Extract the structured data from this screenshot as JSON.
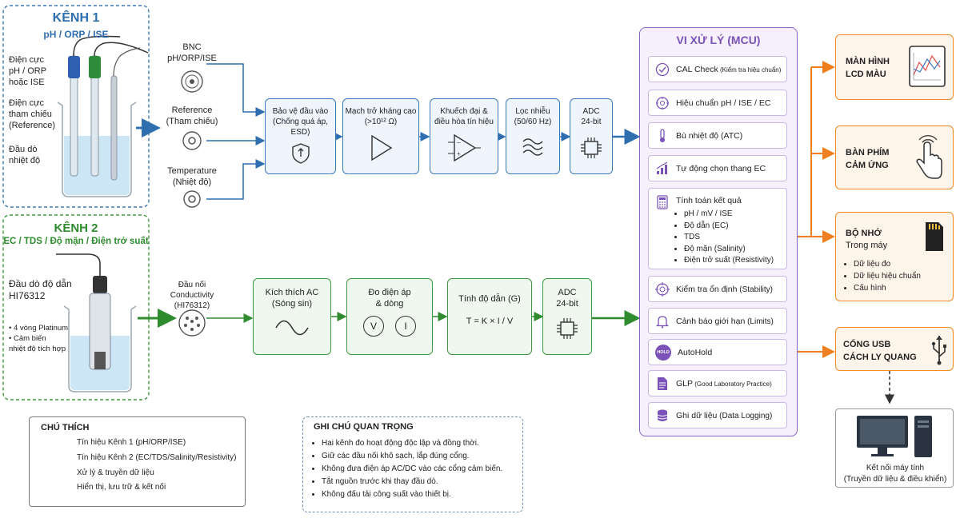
{
  "channel1": {
    "title": "KÊNH 1",
    "subtitle": "pH / ORP / ISE",
    "labels": [
      "Điện cực",
      "pH / ORP",
      "hoặc ISE",
      "Điện cực",
      "tham chiếu",
      "(Reference)",
      "Đầu dò",
      "nhiệt độ"
    ],
    "connectors": [
      {
        "line1": "BNC",
        "line2": "pH/ORP/ISE"
      },
      {
        "line1": "Reference",
        "line2": "(Tham chiếu)"
      },
      {
        "line1": "Temperature",
        "line2": "(Nhiệt độ)"
      }
    ],
    "blocks": [
      {
        "lines": [
          "Bảo vệ đầu vào",
          "(Chống quá áp,",
          "ESD)"
        ]
      },
      {
        "lines": [
          "Mạch trở kháng cao",
          "(>10¹² Ω)"
        ]
      },
      {
        "lines": [
          "Khuếch đại &",
          "điều hòa tín hiệu"
        ]
      },
      {
        "lines": [
          "Lọc nhiễu",
          "(50/60 Hz)"
        ]
      },
      {
        "lines": [
          "ADC",
          "24-bit"
        ]
      }
    ]
  },
  "channel2": {
    "title": "KÊNH 2",
    "subtitle": "EC / TDS / Độ mặn / Điện trở suất",
    "probe_lines": [
      "Đầu dò độ dẫn",
      "HI76312"
    ],
    "features": [
      "• 4 vòng Platinum",
      "• Cảm biến",
      "nhiệt độ tích hợp"
    ],
    "connector_lines": [
      "Đầu nối",
      "Conductivity",
      "(HI76312)"
    ],
    "blocks": [
      {
        "lines": [
          "Kích thích AC",
          "(Sóng sin)"
        ]
      },
      {
        "lines": [
          "Đo điện áp",
          "& dòng"
        ]
      },
      {
        "lines": [
          "Tính độ dẫn (G)"
        ],
        "formula": "T = K × I / V"
      },
      {
        "lines": [
          "ADC",
          "24-bit"
        ]
      }
    ],
    "v_symbol": "V",
    "i_symbol": "I"
  },
  "mcu": {
    "title": "VI XỬ LÝ (MCU)",
    "items": [
      {
        "label": "CAL Check",
        "sub": " (Kiểm tra hiệu chuẩn)",
        "icon": "check-circle-icon"
      },
      {
        "label": "Hiệu chuẩn pH / ISE / EC",
        "sub": "",
        "icon": "calibration-icon"
      },
      {
        "label": "Bù nhiệt độ (ATC)",
        "sub": "",
        "icon": "thermometer-icon"
      },
      {
        "label": "Tự động chọn thang EC",
        "sub": "",
        "icon": "bar-chart-icon"
      }
    ],
    "calc": {
      "title": "Tính toán kết quả",
      "results": [
        "pH / mV / ISE",
        "Độ dẫn (EC)",
        "TDS",
        "Độ mặn (Salinity)",
        "Điện trở suất (Resistivity)"
      ]
    },
    "items2": [
      {
        "label": "Kiểm tra ổn định",
        "sub": " (Stability)",
        "icon": "target-icon"
      },
      {
        "label": "Cảnh báo giới hạn",
        "sub": " (Limits)",
        "icon": "bell-icon"
      },
      {
        "label": "AutoHold",
        "sub": "",
        "icon": "hold-icon",
        "badge": "HOLD"
      },
      {
        "label": "GLP",
        "sub": " (Good Laboratory Practice)",
        "icon": "document-icon"
      },
      {
        "label": "Ghi dữ liệu",
        "sub": " (Data Logging)",
        "icon": "database-icon"
      }
    ]
  },
  "outputs": {
    "lcd": [
      "MÀN HÌNH",
      "LCD MÀU"
    ],
    "keypad": [
      "BÀN PHÍM",
      "CẢM ỨNG"
    ],
    "memory": {
      "title": [
        "BỘ NHỚ",
        "Trong máy"
      ],
      "items": [
        "Dữ liệu đo",
        "Dữ liệu hiệu chuẩn",
        "Cấu hình"
      ]
    },
    "usb": [
      "CỔNG USB",
      "CÁCH LY QUANG"
    ],
    "pc": [
      "Kết nối máy tính",
      "(Truyền dữ liệu & điều khiển)"
    ]
  },
  "legend": {
    "title": "CHÚ THÍCH",
    "items": [
      {
        "label": "Tín hiệu Kênh 1 (pH/ORP/ISE)",
        "color": "#2f6fb0"
      },
      {
        "label": "Tín hiệu Kênh 2 (EC/TDS/Salinity/Resistivity)",
        "color": "#2e8b2e"
      },
      {
        "label": "Xử lý & truyền dữ liệu",
        "color": "#7b52b8"
      },
      {
        "label": "Hiển thị, lưu trữ & kết nối",
        "color": "#ee7f1f"
      }
    ]
  },
  "notes": {
    "title": "GHI CHÚ QUAN TRỌNG",
    "items": [
      "Hai kênh đo hoạt động độc lập và đồng thời.",
      "Giữ các đầu nối khô sạch, lắp đúng cổng.",
      "Không đưa điện áp AC/DC vào các cổng cảm biến.",
      "Tắt nguồn trước khi thay đầu dò.",
      "Không đấu tải công suất vào thiết bị."
    ]
  }
}
